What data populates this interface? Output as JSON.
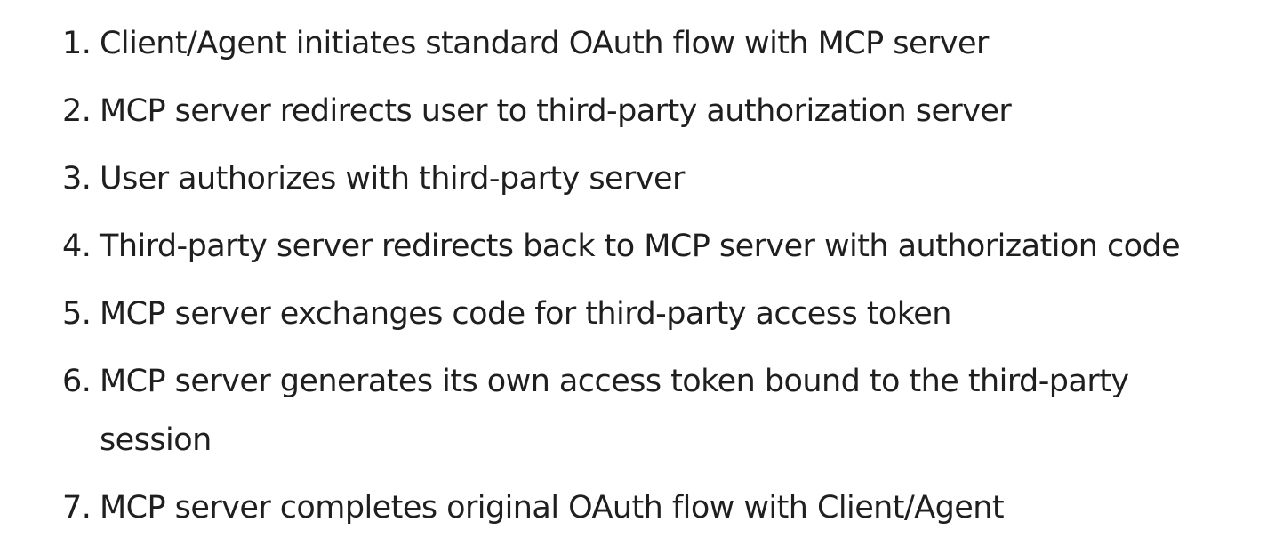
{
  "steps": [
    {
      "number": "1.",
      "text": "Client/Agent initiates standard OAuth flow with MCP server"
    },
    {
      "number": "2.",
      "text": "MCP server redirects user to third-party authorization server"
    },
    {
      "number": "3.",
      "text": "User authorizes with third-party server"
    },
    {
      "number": "4.",
      "text": "Third-party server redirects back to MCP server with authorization code"
    },
    {
      "number": "5.",
      "text": "MCP server exchanges code for third-party access token"
    },
    {
      "number": "6.",
      "text": "MCP server generates its own access token bound to the third-party session"
    },
    {
      "number": "7.",
      "text": "MCP server completes original OAuth flow with Client/Agent"
    }
  ]
}
